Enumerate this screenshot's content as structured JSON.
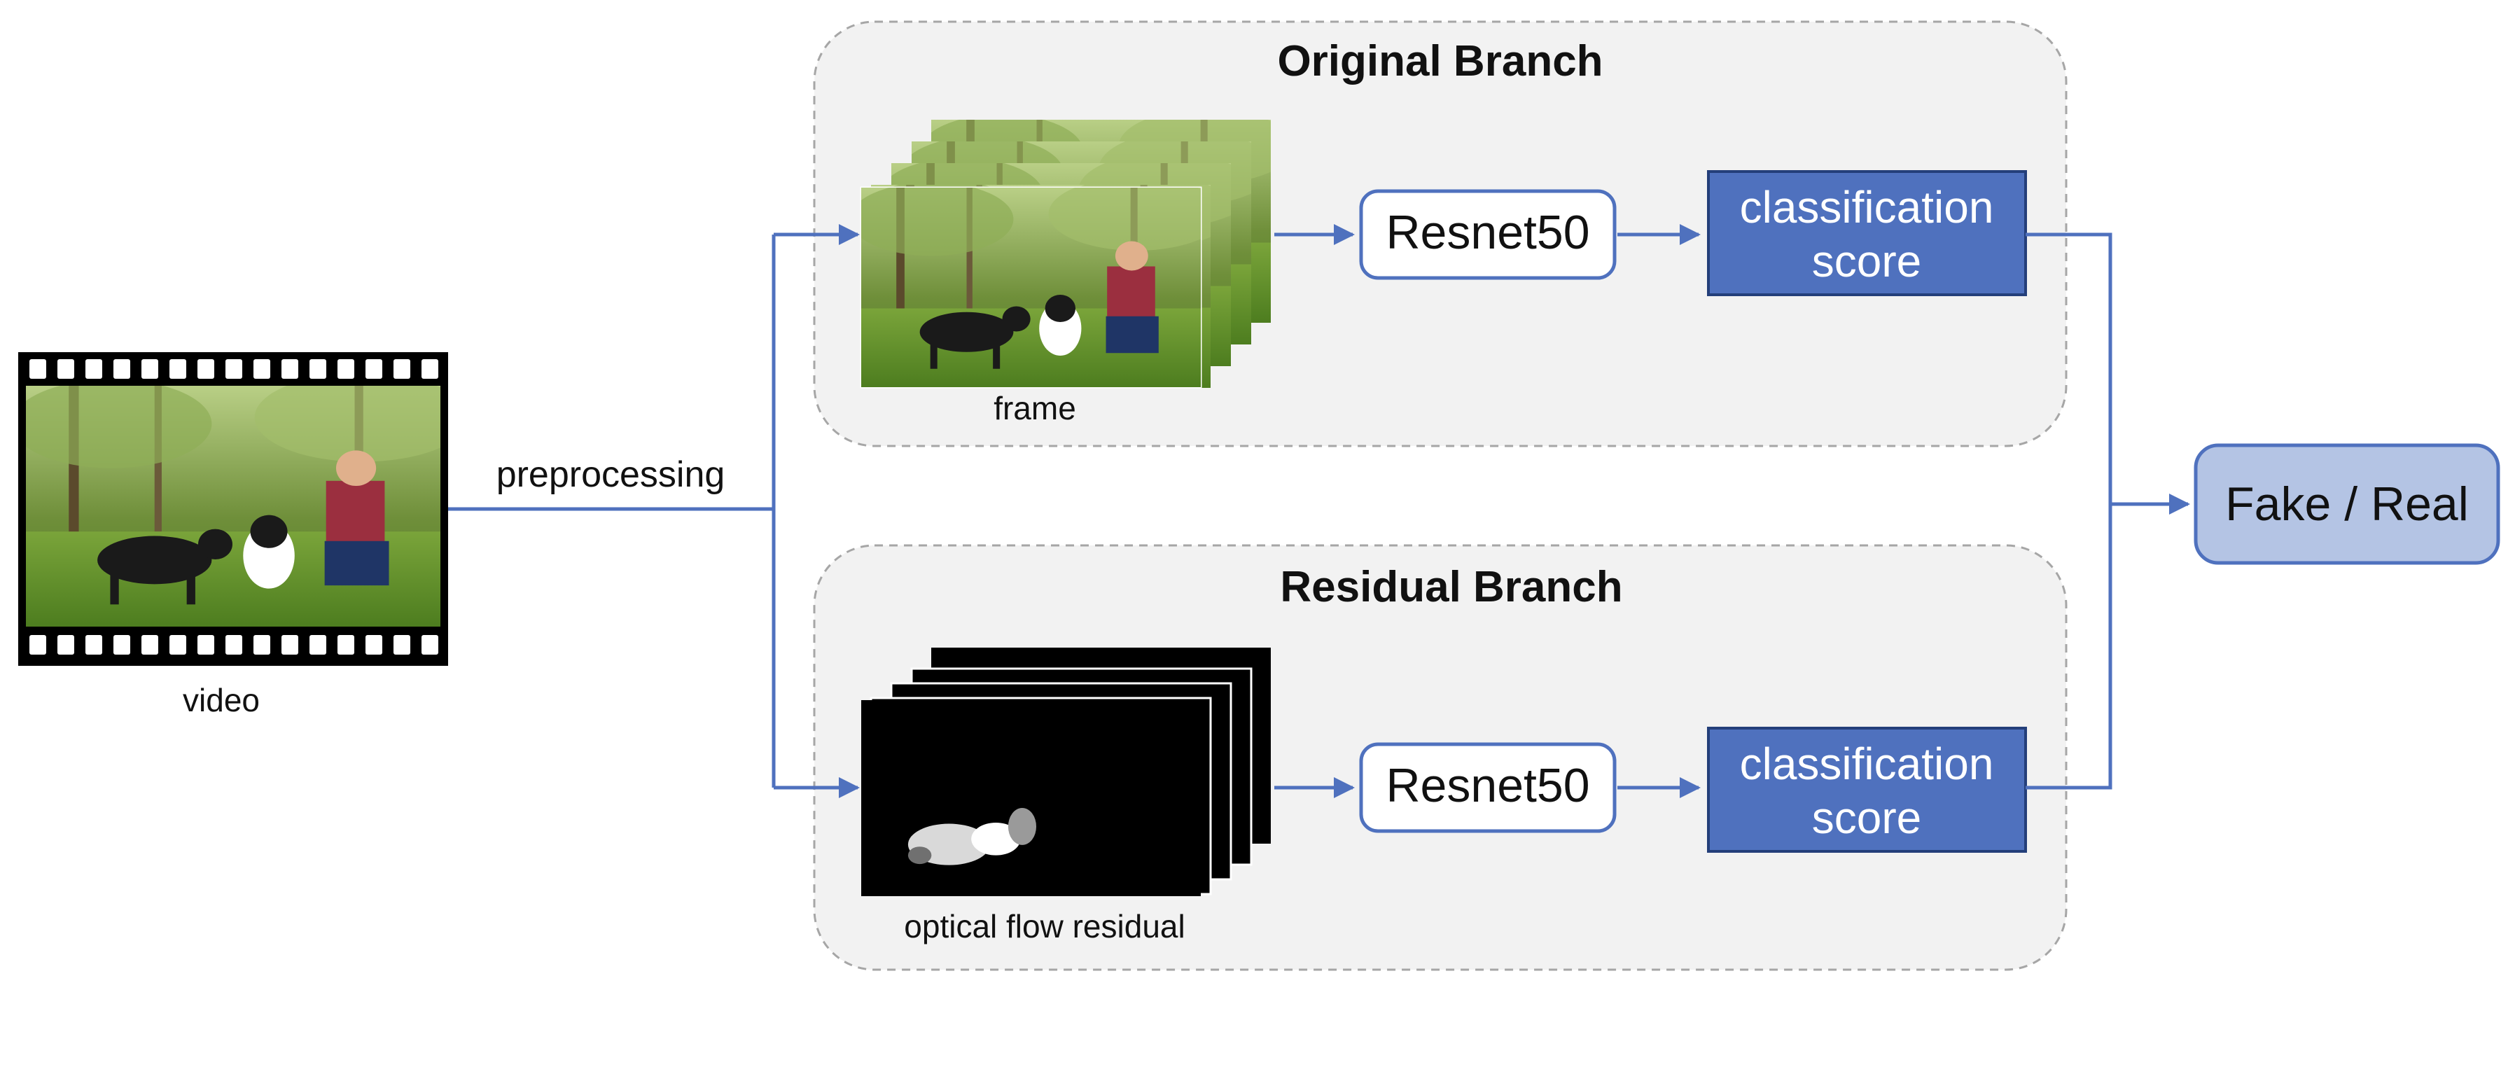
{
  "labels": {
    "video": "video",
    "preprocessing": "preprocessing",
    "frame": "frame",
    "optical_flow": "optical flow residual"
  },
  "branches": {
    "original": {
      "title": "Original Branch",
      "model": "Resnet50",
      "score_line1": "classification",
      "score_line2": "score"
    },
    "residual": {
      "title": "Residual Branch",
      "model": "Resnet50",
      "score_line1": "classification",
      "score_line2": "score"
    }
  },
  "output": {
    "label": "Fake / Real"
  },
  "colors": {
    "accent": "#4F71BE",
    "score_fill": "#4F71BE",
    "output_fill": "#B4C4E4",
    "branch_bg": "#F2F2F2",
    "branch_border": "#A6A6A6"
  },
  "icons": {
    "video": "film-strip-icon",
    "frames": "frame-stack-icon",
    "flow": "optical-flow-stack-icon"
  }
}
